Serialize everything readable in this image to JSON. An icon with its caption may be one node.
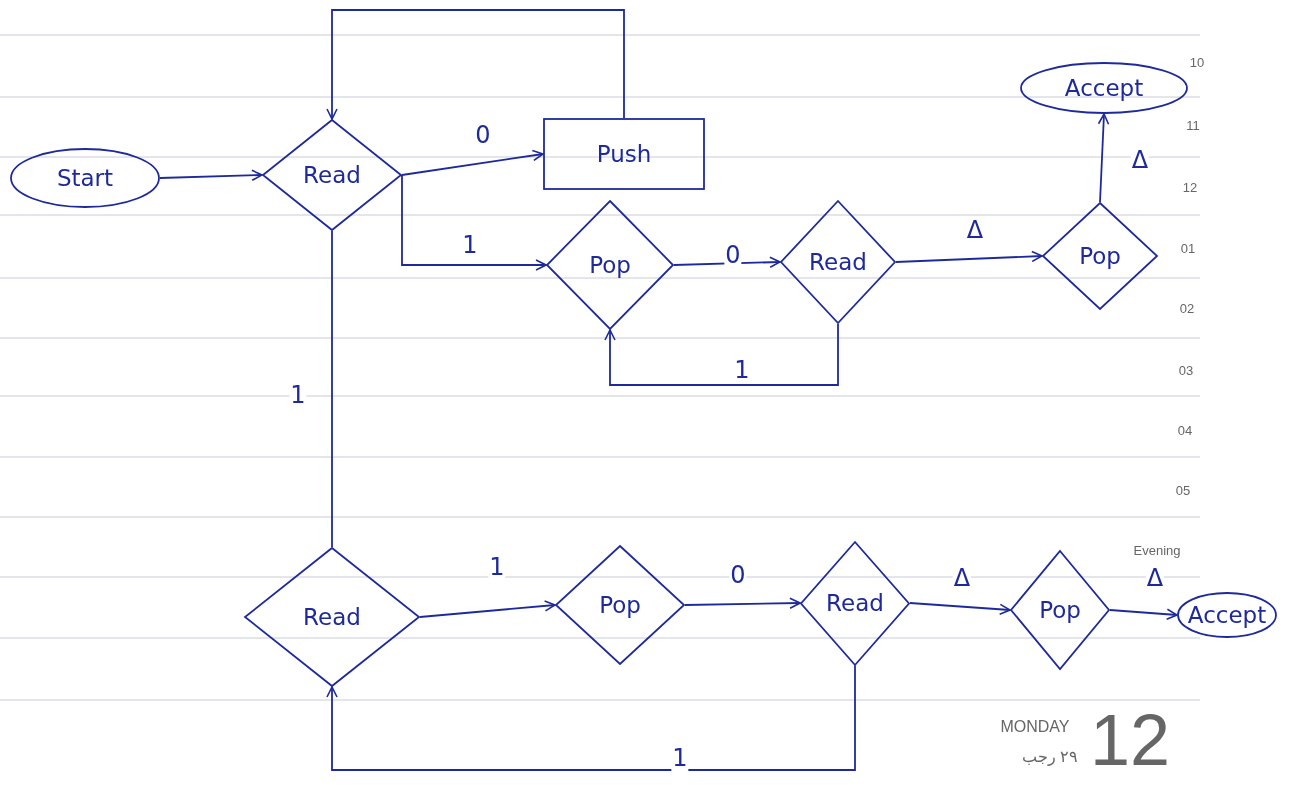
{
  "diagram": {
    "nodes": [
      {
        "text": [
          "Start"
        ]
      },
      {
        "text": [
          "Read"
        ]
      },
      {
        "text": [
          "Push"
        ]
      },
      {
        "text": [
          "Pop"
        ]
      },
      {
        "text": [
          "Read"
        ]
      },
      {
        "text": [
          "Pop"
        ]
      },
      {
        "text": [
          "Accept"
        ]
      },
      {
        "text": [
          "Read"
        ]
      },
      {
        "text": [
          "Pop"
        ]
      },
      {
        "text": [
          "Read"
        ]
      },
      {
        "text": [
          "Pop"
        ]
      },
      {
        "text": [
          "Accept"
        ]
      }
    ],
    "edges": [
      {
        "from": 0,
        "to": 1,
        "arrow": "to"
      },
      {
        "from": 1,
        "to": 2,
        "arrow": "to",
        "label": "0"
      },
      {
        "from": 2,
        "to": 1,
        "arrow": "to"
      },
      {
        "from": 1,
        "to": 3,
        "arrow": "to",
        "label": "1"
      },
      {
        "from": 3,
        "to": 4,
        "arrow": "to",
        "label": "0"
      },
      {
        "from": 4,
        "to": 3,
        "arrow": "to",
        "label": "1"
      },
      {
        "from": 4,
        "to": 5,
        "arrow": "to",
        "label": "Δ"
      },
      {
        "from": 5,
        "to": 6,
        "arrow": "to",
        "label": "Δ"
      },
      {
        "from": 1,
        "to": 7,
        "arrow": "none",
        "label": "1"
      },
      {
        "from": 7,
        "to": 8,
        "arrow": "to",
        "label": "1"
      },
      {
        "from": 8,
        "to": 9,
        "arrow": "to",
        "label": "0"
      },
      {
        "from": 9,
        "to": 10,
        "arrow": "to",
        "label": "Δ"
      },
      {
        "from": 10,
        "to": 11,
        "arrow": "to",
        "label": "Δ"
      },
      {
        "from": 9,
        "to": 7,
        "arrow": "to",
        "label": "1"
      }
    ],
    "labels": [
      "10",
      "11",
      "12",
      "01",
      "02",
      "03",
      "04",
      "05",
      "Evening",
      "MONDAY",
      "٢٩ رجب",
      "12"
    ]
  }
}
